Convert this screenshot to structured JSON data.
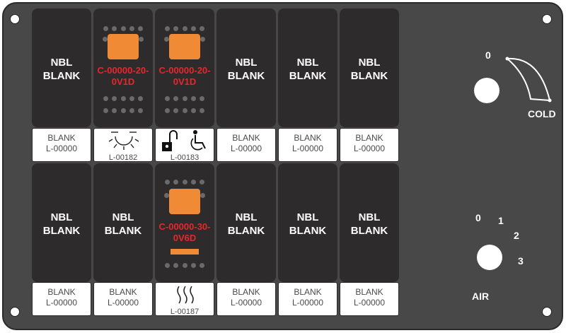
{
  "switches": [
    {
      "blank": [
        "NBL",
        "BLANK"
      ],
      "label": [
        "BLANK",
        "L-00000"
      ]
    },
    {
      "code": [
        "C-00000-20-",
        "0V1D"
      ],
      "label_id": "L-00182",
      "icon": "sun-light-icon"
    },
    {
      "code": [
        "C-00000-20-",
        "0V1D"
      ],
      "label_id": "L-00183",
      "icon": "unlock-accessible-icon"
    },
    {
      "blank": [
        "NBL",
        "BLANK"
      ],
      "label": [
        "BLANK",
        "L-00000"
      ]
    },
    {
      "blank": [
        "NBL",
        "BLANK"
      ],
      "label": [
        "BLANK",
        "L-00000"
      ]
    },
    {
      "blank": [
        "NBL",
        "BLANK"
      ],
      "label": [
        "BLANK",
        "L-00000"
      ]
    },
    {
      "blank": [
        "NBL",
        "BLANK"
      ],
      "label": [
        "BLANK",
        "L-00000"
      ]
    },
    {
      "blank": [
        "NBL",
        "BLANK"
      ],
      "label": [
        "BLANK",
        "L-00000"
      ]
    },
    {
      "code": [
        "C-00000-30-",
        "0V6D"
      ],
      "label_id": "L-00187",
      "icon": "heat-waves-icon"
    },
    {
      "blank": [
        "NBL",
        "BLANK"
      ],
      "label": [
        "BLANK",
        "L-00000"
      ]
    },
    {
      "blank": [
        "NBL",
        "BLANK"
      ],
      "label": [
        "BLANK",
        "L-00000"
      ]
    },
    {
      "blank": [
        "NBL",
        "BLANK"
      ],
      "label": [
        "BLANK",
        "L-00000"
      ]
    }
  ],
  "cold_knob": {
    "zero": "0",
    "label": "COLD"
  },
  "air_knob": {
    "positions": [
      "0",
      "1",
      "2",
      "3"
    ],
    "label": "AIR"
  },
  "colors": {
    "panel": "#484848",
    "switch": "#2d2b2b",
    "indicator": "#f08a34",
    "code_text": "#e8262c"
  }
}
